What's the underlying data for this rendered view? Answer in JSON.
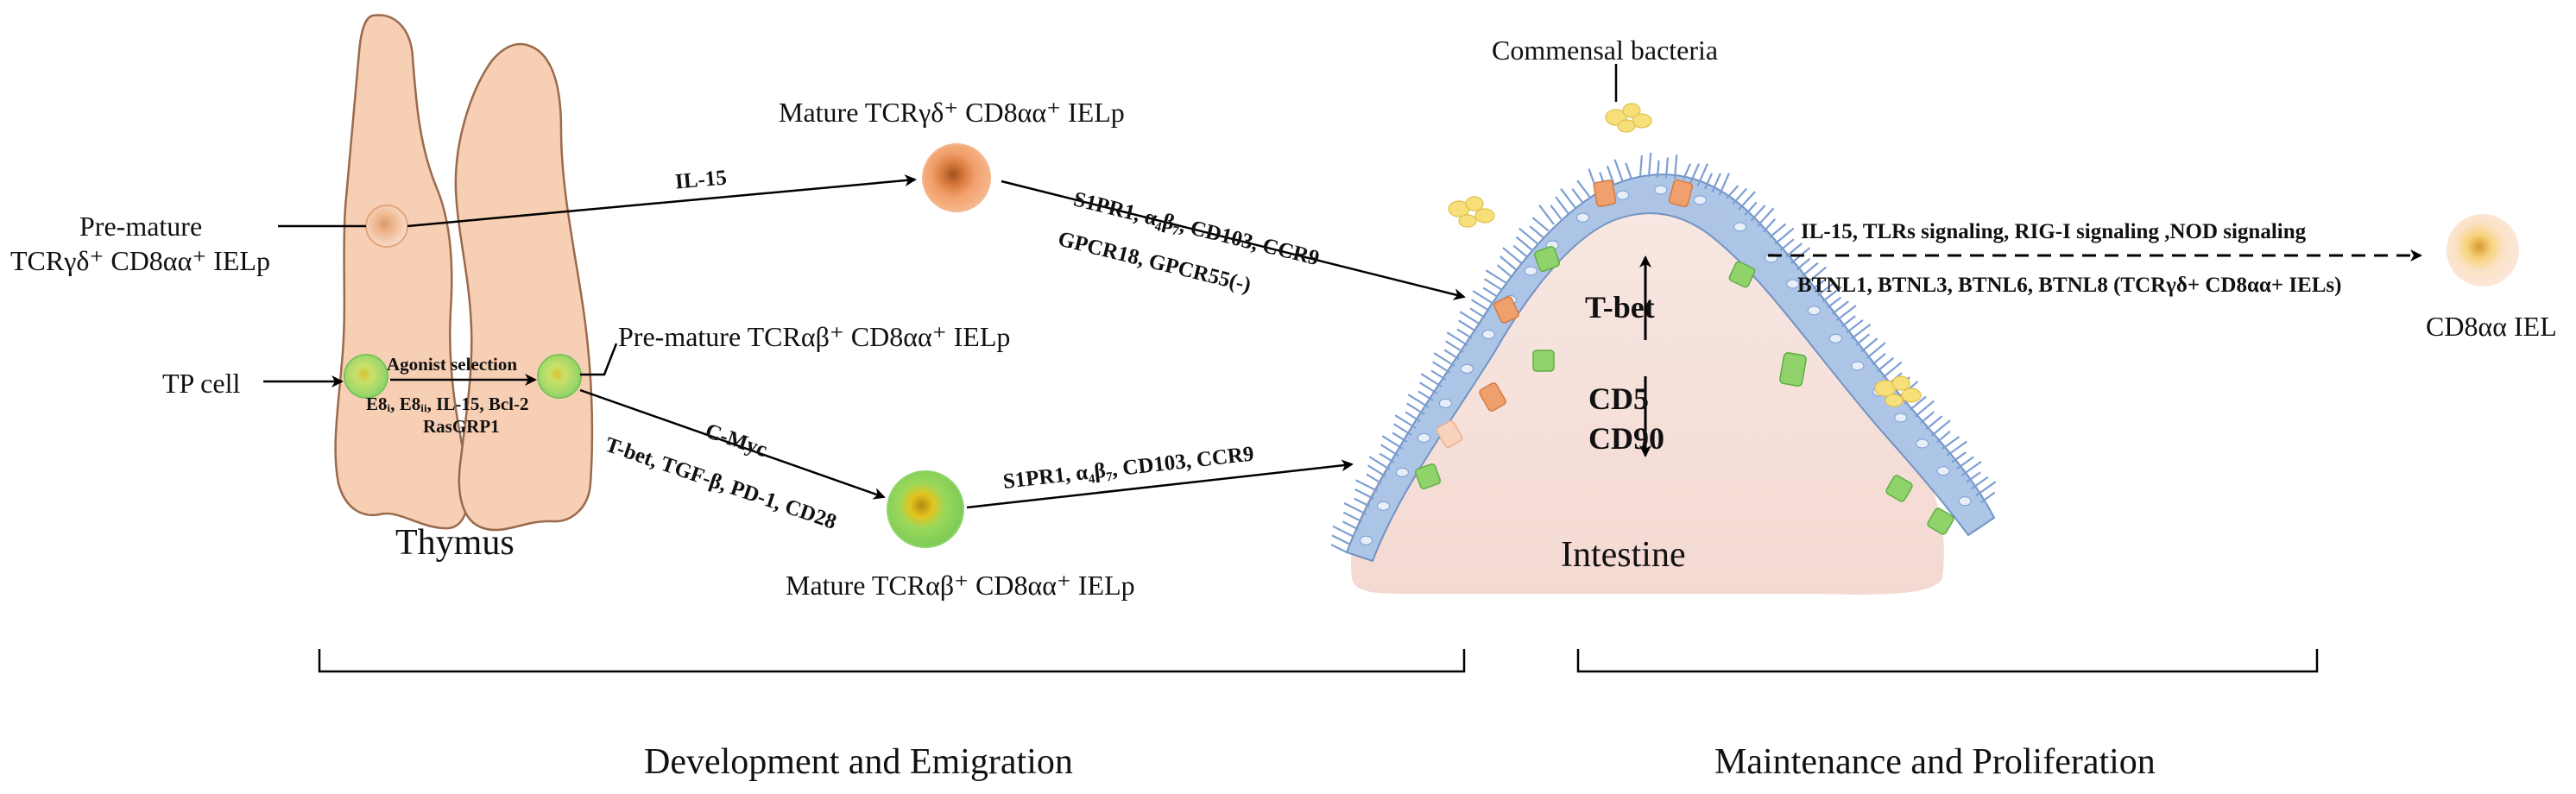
{
  "colors": {
    "thymus_fill": "#f7cfb4",
    "thymus_stroke": "#9a6a4c",
    "cell_orange": "#f0a06c",
    "cell_green": "#8fd36a",
    "intestine_fill": "#f6e1dc",
    "villus_blue": "#a9c3e6",
    "bacteria": "#f7e07a"
  },
  "thymus": {
    "title": "Thymus",
    "premature_gd_line1": "Pre-mature",
    "premature_gd_line2": "TCRγδ⁺ CD8αα⁺ IELp",
    "tp_cell": "TP cell",
    "agonist_selection": "Agonist selection",
    "factors_line1": "E8ᵢ, E8ᵢᵢ, IL-15, Bcl-2",
    "factors_line2": "RasGRP1",
    "premature_ab": "Pre-mature TCRαβ⁺ CD8αα⁺ IELp"
  },
  "gd_path": {
    "il15": "IL-15",
    "mature_gd": "Mature TCRγδ⁺ CD8αα⁺ IELp",
    "receptors_line1": "S1PR1,  α₄β₇, CD103,  CCR9",
    "receptors_line2": "GPCR18, GPCR55(-)"
  },
  "ab_path": {
    "cmyc": "C-Myc",
    "factors": "T-bet, TGF-β, PD-1, CD28",
    "receptors": "S1PR1, α₄β₇, CD103,  CCR9",
    "mature_ab": "Mature TCRαβ⁺ CD8αα⁺ IELp"
  },
  "intestine": {
    "title": "Intestine",
    "commensal": "Commensal bacteria",
    "tbet": "T-bet",
    "cd5": "CD5",
    "cd90": "CD90"
  },
  "signals": {
    "line1": "IL-15, TLRs signaling, RIG-I signaling ,NOD signaling",
    "line2": "BTNL1, BTNL3, BTNL6, BTNL8 (TCRγδ+ CD8αα+ IELs)",
    "cd8_iel": "CD8αα IEL"
  },
  "sections": {
    "left": "Development and Emigration",
    "right": "Maintenance and Proliferation"
  }
}
